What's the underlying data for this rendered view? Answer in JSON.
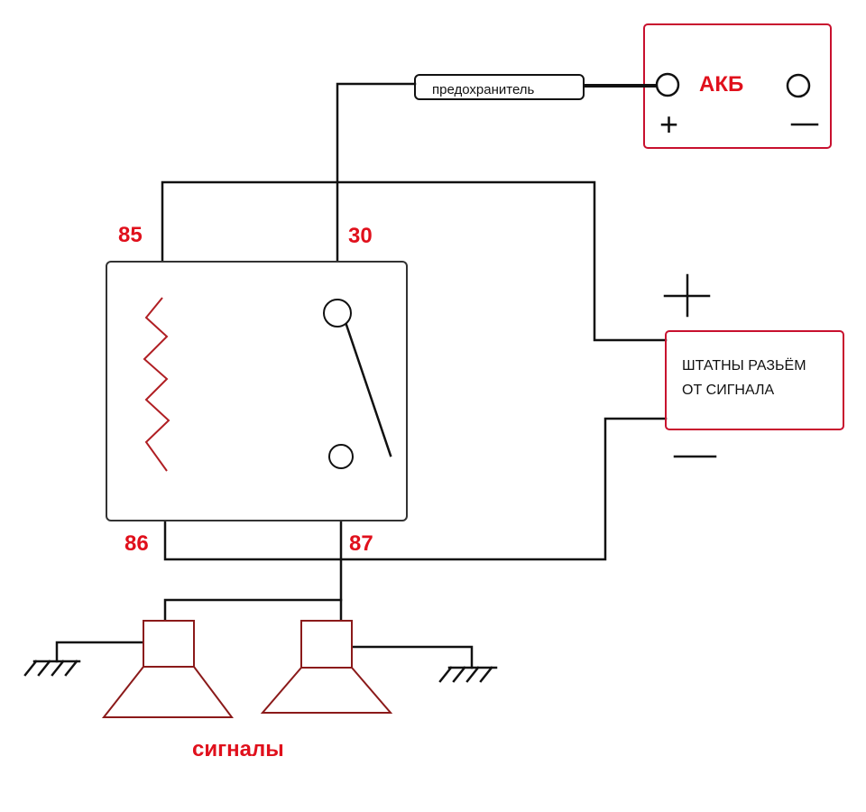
{
  "fuse": {
    "label": "предохранитель"
  },
  "battery": {
    "label": "АКБ",
    "plus": "+",
    "minus": "−"
  },
  "relay": {
    "pins": {
      "p85": "85",
      "p30": "30",
      "p86": "86",
      "p87": "87"
    }
  },
  "connector": {
    "line1": "ШТАТНЫ РАЗЬЁМ",
    "line2": "ОТ СИГНАЛА",
    "plus": "+",
    "minus": "—"
  },
  "horns": {
    "label": "сигналы"
  },
  "colors": {
    "accent_red": "#e0101c",
    "wire": "#111111",
    "box_red": "#c8102e"
  }
}
